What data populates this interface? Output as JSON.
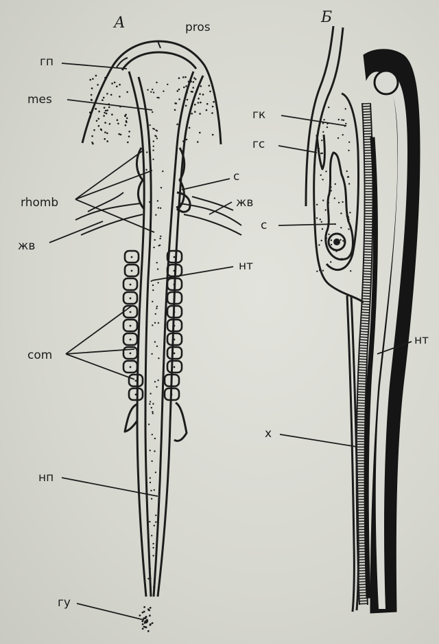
{
  "panels": {
    "a": "А",
    "b": "Б"
  },
  "labels": {
    "pros": "pros",
    "gp": "гп",
    "mes": "mes",
    "rhomb": "rhomb",
    "zhv_left": "жв",
    "com": "com",
    "np": "нп",
    "gu": "гу",
    "c_a": "с",
    "zhv_right": "жв",
    "nt_a": "нт",
    "gk": "гк",
    "gs": "гс",
    "c_b": "с",
    "nt_b": "нт",
    "x": "х"
  },
  "colors": {
    "ink": "#1c1c1c",
    "paper": "#d9dad3"
  }
}
